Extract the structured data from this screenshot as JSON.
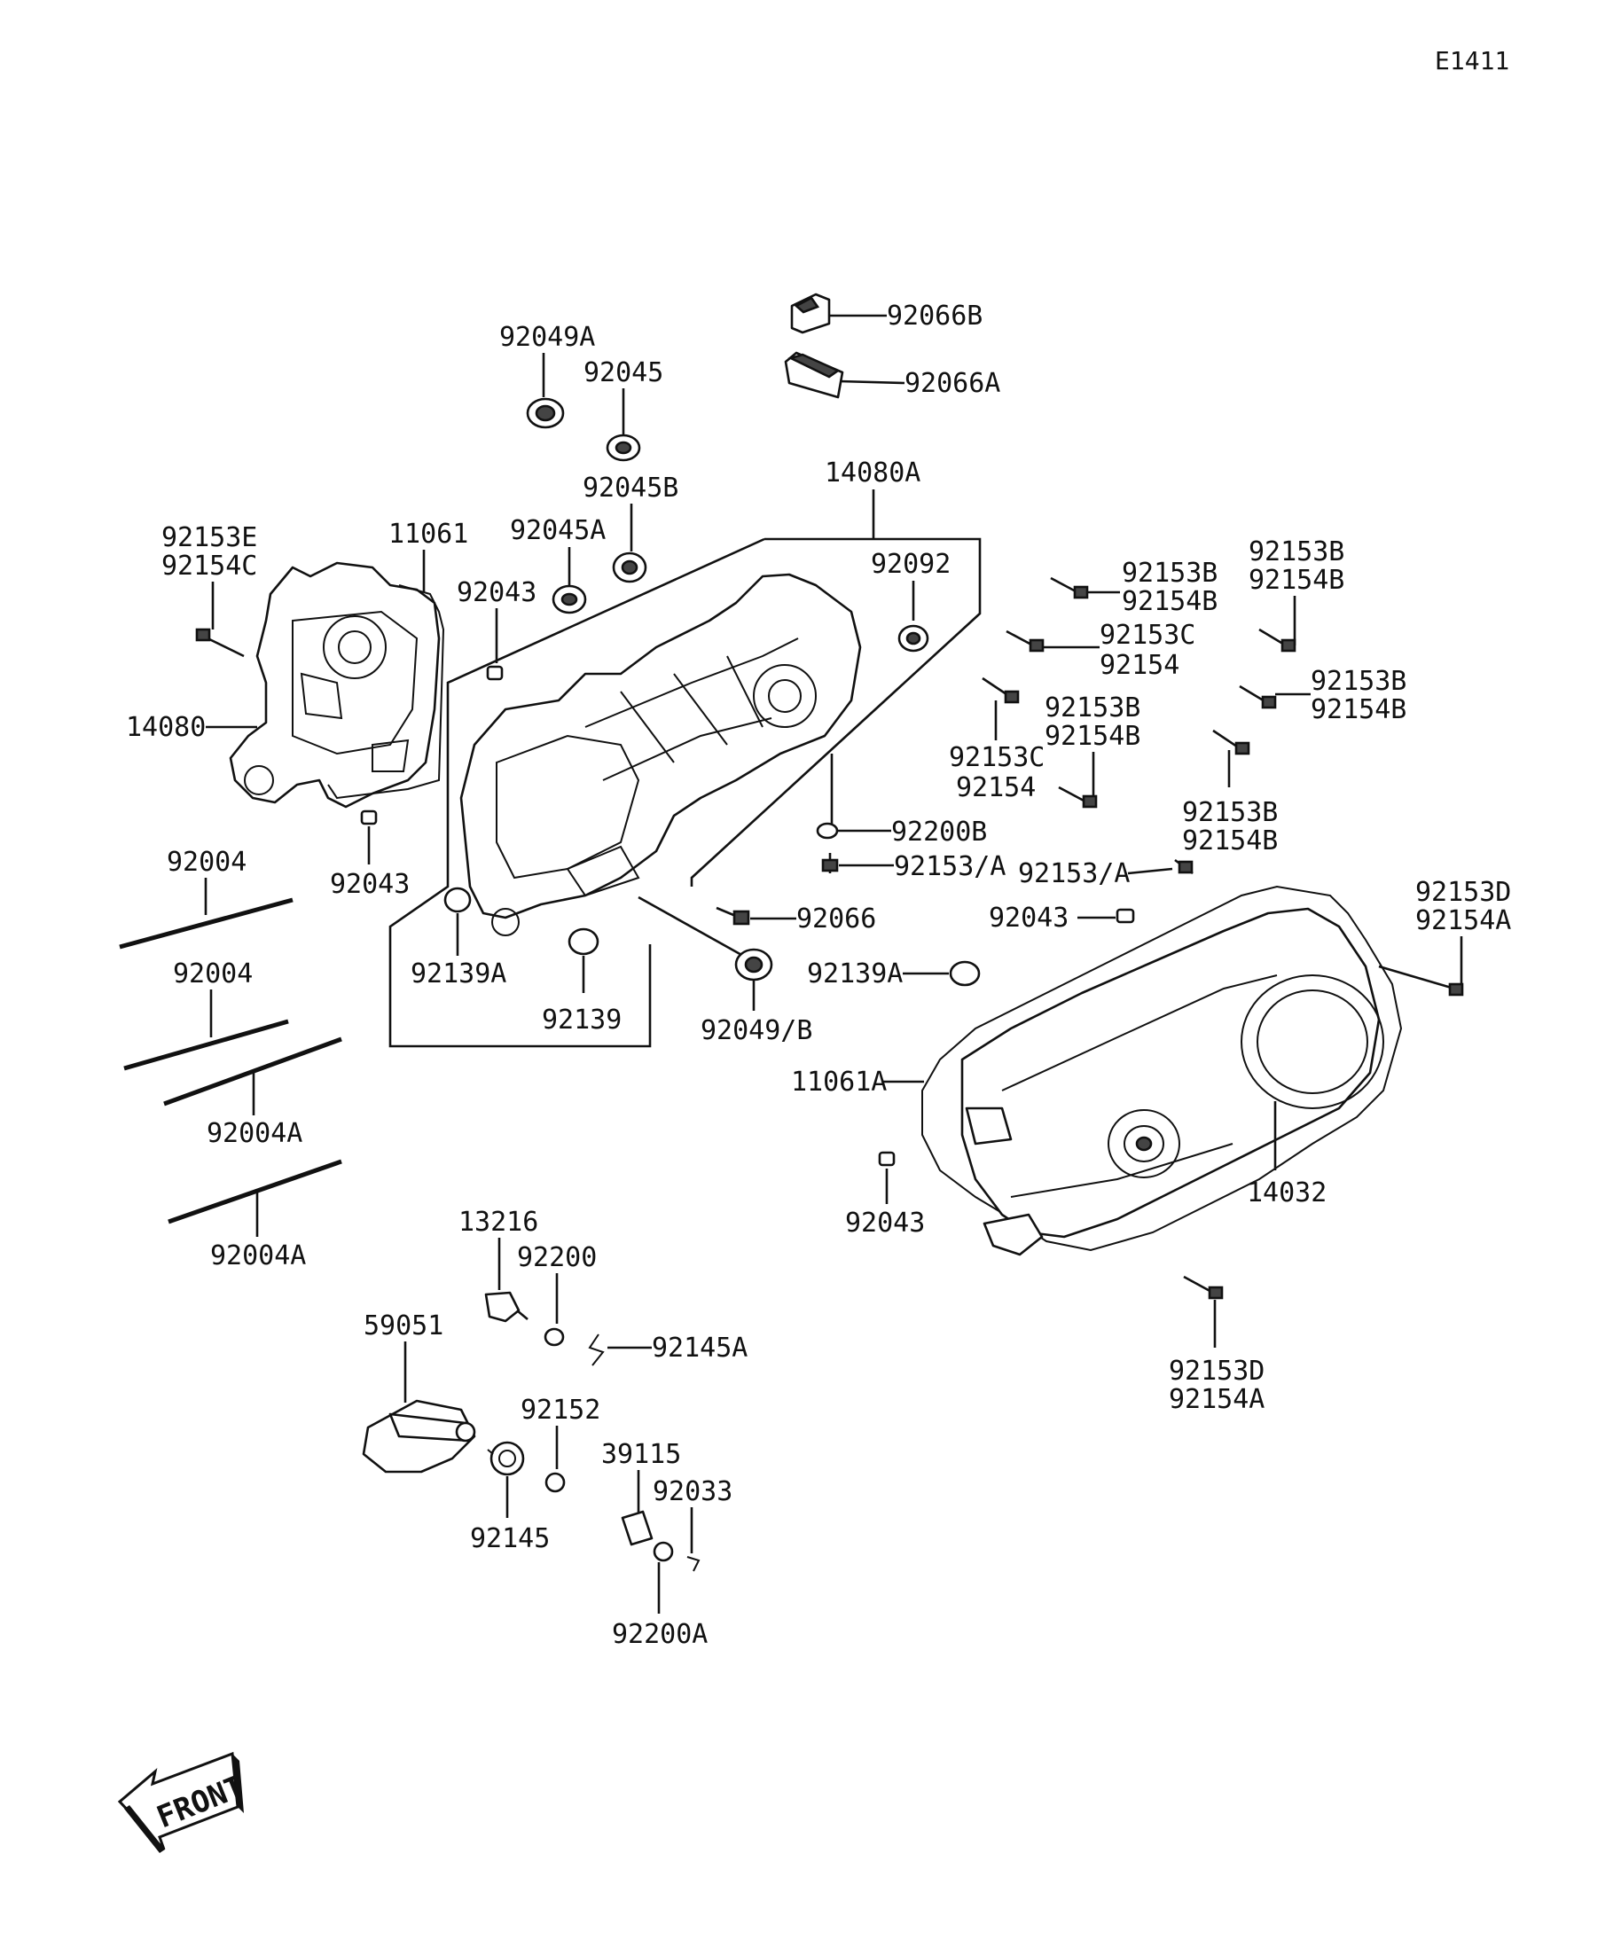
{
  "figure_id": "E1411",
  "front_label": "FRONT",
  "labels": {
    "p92066B": "92066B",
    "p92066A": "92066A",
    "p92049A": "92049A",
    "p92045": "92045",
    "p92045B": "92045B",
    "p14080A": "14080A",
    "p92045A": "92045A",
    "p92092": "92092",
    "p92153E": "92153E",
    "p92154C": "92154C",
    "p11061": "11061",
    "p92043_a": "92043",
    "p14080": "14080",
    "p92043_b": "92043",
    "p92004_a": "92004",
    "p92004_b": "92004",
    "p92004A_a": "92004A",
    "p92004A_b": "92004A",
    "p92139A_a": "92139A",
    "p92139": "92139",
    "p92049B": "92049/B",
    "p92066": "92066",
    "p92200B": "92200B",
    "p92153A_a": "92153/A",
    "p92153A_b": "92153/A",
    "p92153B_a": "92153B",
    "p92154B_a": "92154B",
    "p92153C_a": "92153C",
    "p92154_a": "92154",
    "p92153B_b": "92153B",
    "p92154B_b": "92154B",
    "p92153B_c": "92153B",
    "p92154B_c": "92154B",
    "p92153C_b": "92153C",
    "p92154_b": "92154",
    "p92153B_d": "92153B",
    "p92154B_d": "92154B",
    "p92153B_e": "92153B",
    "p92154B_e": "92154B",
    "p92043_c": "92043",
    "p92153D_a": "92153D",
    "p92154A_a": "92154A",
    "p92139A_b": "92139A",
    "p11061A": "11061A",
    "p14032": "14032",
    "p92043_d": "92043",
    "p92153D_b": "92153D",
    "p92154A_b": "92154A",
    "p13216": "13216",
    "p92200": "92200",
    "p92145A": "92145A",
    "p59051": "59051",
    "p92152": "92152",
    "p92145": "92145",
    "p39115": "39115",
    "p92033": "92033",
    "p92200A": "92200A"
  }
}
